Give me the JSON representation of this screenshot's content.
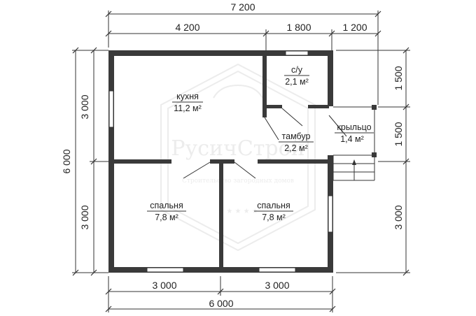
{
  "dimensions": {
    "top_total": "7 200",
    "top_segments": [
      "4 200",
      "1 800",
      "1 200"
    ],
    "left_total": "6 000",
    "left_segments": [
      "3 000",
      "3 000"
    ],
    "right_segments": [
      "1 500",
      "1 500",
      "3 000"
    ],
    "bottom_segments": [
      "3 000",
      "3 000"
    ],
    "bottom_total": "6 000"
  },
  "rooms": {
    "kitchen": {
      "name": "кухня",
      "area": "11,2 м²"
    },
    "bathroom": {
      "name": "с/у",
      "area": "2,1 м²"
    },
    "vestibule": {
      "name": "тамбур",
      "area": "2,2 м²"
    },
    "porch": {
      "name": "крыльцо",
      "area": "1,4 м²"
    },
    "bedroom_left": {
      "name": "спальня",
      "area": "7,8 м²"
    },
    "bedroom_right": {
      "name": "спальня",
      "area": "7,8 м²"
    }
  },
  "watermark": {
    "brand": "РусичСтрой",
    "tagline": "Строительство загородных домов"
  }
}
